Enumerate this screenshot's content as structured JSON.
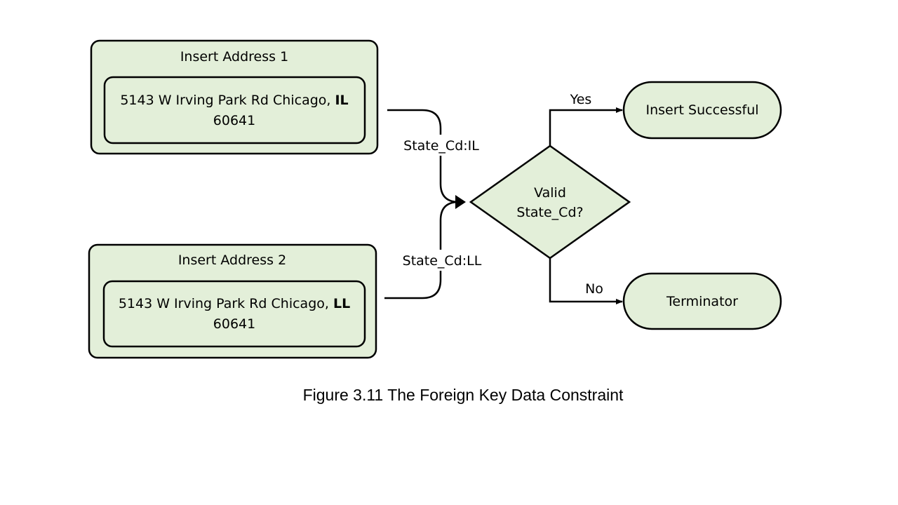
{
  "colors": {
    "fill": "#e3efd9",
    "stroke": "#000000",
    "background": "#ffffff"
  },
  "address1": {
    "title": "Insert Address 1",
    "line1": "5143 W Irving Park Rd Chicago,",
    "state": "IL",
    "line2": "60641"
  },
  "address2": {
    "title": "Insert Address 2",
    "line1": "5143 W Irving Park Rd Chicago,",
    "state": "LL",
    "line2": "60641"
  },
  "connector1_label": "State_Cd:IL",
  "connector2_label": "State_Cd:LL",
  "decision": {
    "line1": "Valid",
    "line2": "State_Cd?"
  },
  "yes_label": "Yes",
  "no_label": "No",
  "success_label": "Insert Successful",
  "terminator_label": "Terminator",
  "caption": "Figure 3.11 The Foreign Key Data Constraint"
}
